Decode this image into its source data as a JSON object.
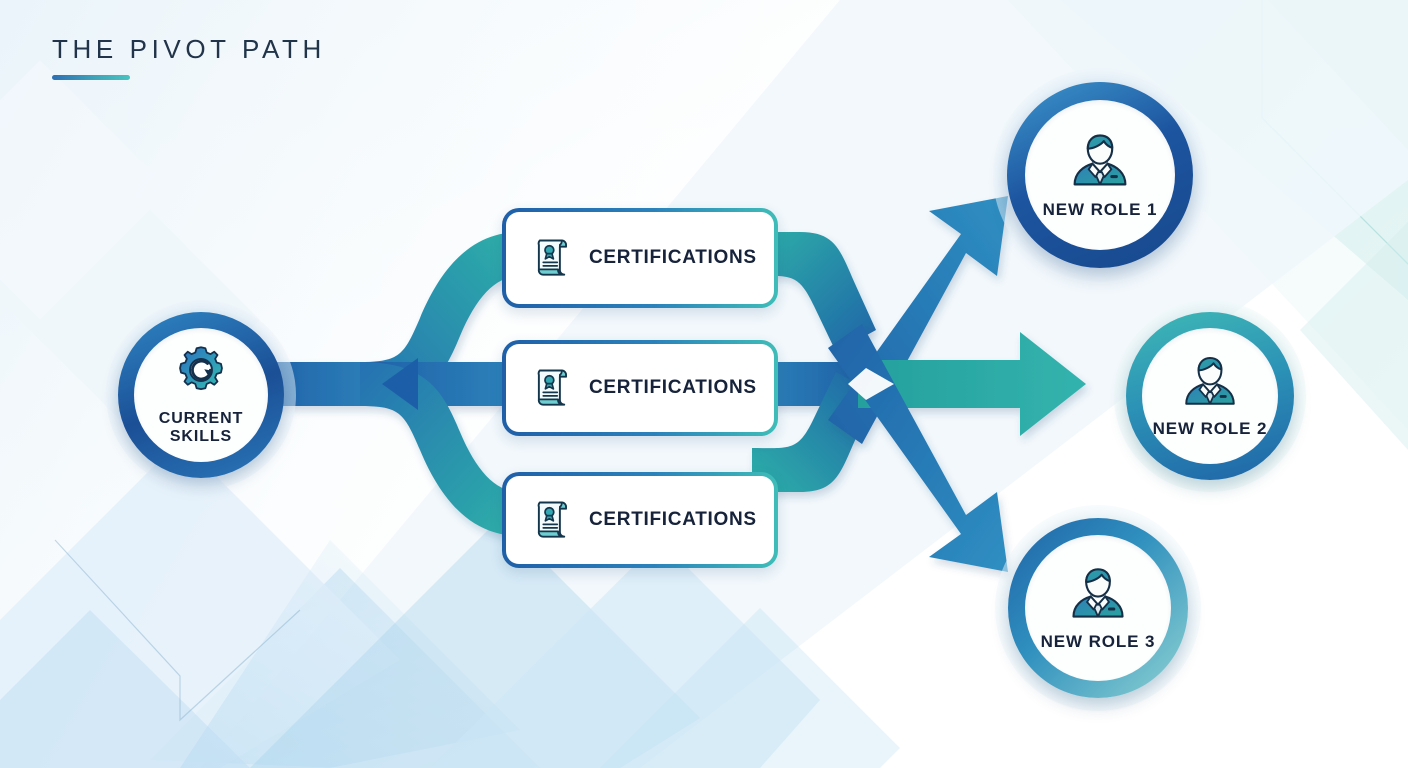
{
  "title": {
    "text": "THE PIVOT PATH"
  },
  "colors": {
    "deep_blue": "#1f5fa8",
    "mid_blue": "#2a7fb8",
    "teal": "#2aa9a4",
    "light_teal": "#49c3c0",
    "ring_navy": "#1c4f91",
    "text_navy": "#16233a",
    "page_bg": "#ffffff",
    "bg_tint_blue": "#cfe4f4",
    "bg_tint_teal": "#bfe6e6"
  },
  "source_node": {
    "id": "current-skills",
    "label": "CURRENT\nSKILLS",
    "icon": "gear-refresh-icon",
    "ring_start": "#1b4f96",
    "ring_end": "#2f86c4"
  },
  "steps": [
    {
      "id": "certification-1",
      "label": "CERTIFICATIONS",
      "icon": "certificate-scroll-icon"
    },
    {
      "id": "certification-2",
      "label": "CERTIFICATIONS",
      "icon": "certificate-scroll-icon"
    },
    {
      "id": "certification-3",
      "label": "CERTIFICATIONS",
      "icon": "certificate-scroll-icon"
    }
  ],
  "outcome_nodes": [
    {
      "id": "new-role-1",
      "label": "NEW ROLE 1",
      "icon": "professional-person-icon",
      "ring_start": "#2f86c4",
      "ring_end": "#18498c"
    },
    {
      "id": "new-role-2",
      "label": "NEW ROLE 2",
      "icon": "professional-person-icon",
      "ring_start": "#3cb6b3",
      "ring_end": "#1f63a8"
    },
    {
      "id": "new-role-3",
      "label": "NEW ROLE 3",
      "icon": "professional-person-icon",
      "ring_start": "#1f63a8",
      "ring_end": "#8fd3d2"
    }
  ],
  "connectors": {
    "trunk": {
      "id": "skills-to-split",
      "color_start": "#1f5fa8",
      "color_end": "#2c7fb8"
    },
    "branches": [
      {
        "id": "branch-to-certification-1",
        "color_start": "#2a74b4",
        "color_end": "#2aa9a4"
      },
      {
        "id": "branch-to-certification-2",
        "color_start": "#1f5fa8",
        "color_end": "#2c7fb8"
      },
      {
        "id": "branch-to-certification-3",
        "color_start": "#2a74b4",
        "color_end": "#2aa9a4"
      }
    ],
    "merges": [
      {
        "id": "merge-from-certification-1",
        "color_start": "#2aa9a4",
        "color_end": "#1f63a8"
      },
      {
        "id": "merge-from-certification-2",
        "color_start": "#2c7fb8",
        "color_end": "#1f5fa8"
      },
      {
        "id": "merge-from-certification-3",
        "color_start": "#2aa9a4",
        "color_end": "#1f63a8"
      }
    ],
    "arrows": [
      {
        "id": "arrow-to-new-role-1",
        "direction": "up-right",
        "color": "#2a83ba"
      },
      {
        "id": "arrow-to-new-role-2",
        "direction": "right",
        "color": "#2aa9a4"
      },
      {
        "id": "arrow-to-new-role-3",
        "direction": "down-right",
        "color": "#2a83ba"
      }
    ]
  }
}
